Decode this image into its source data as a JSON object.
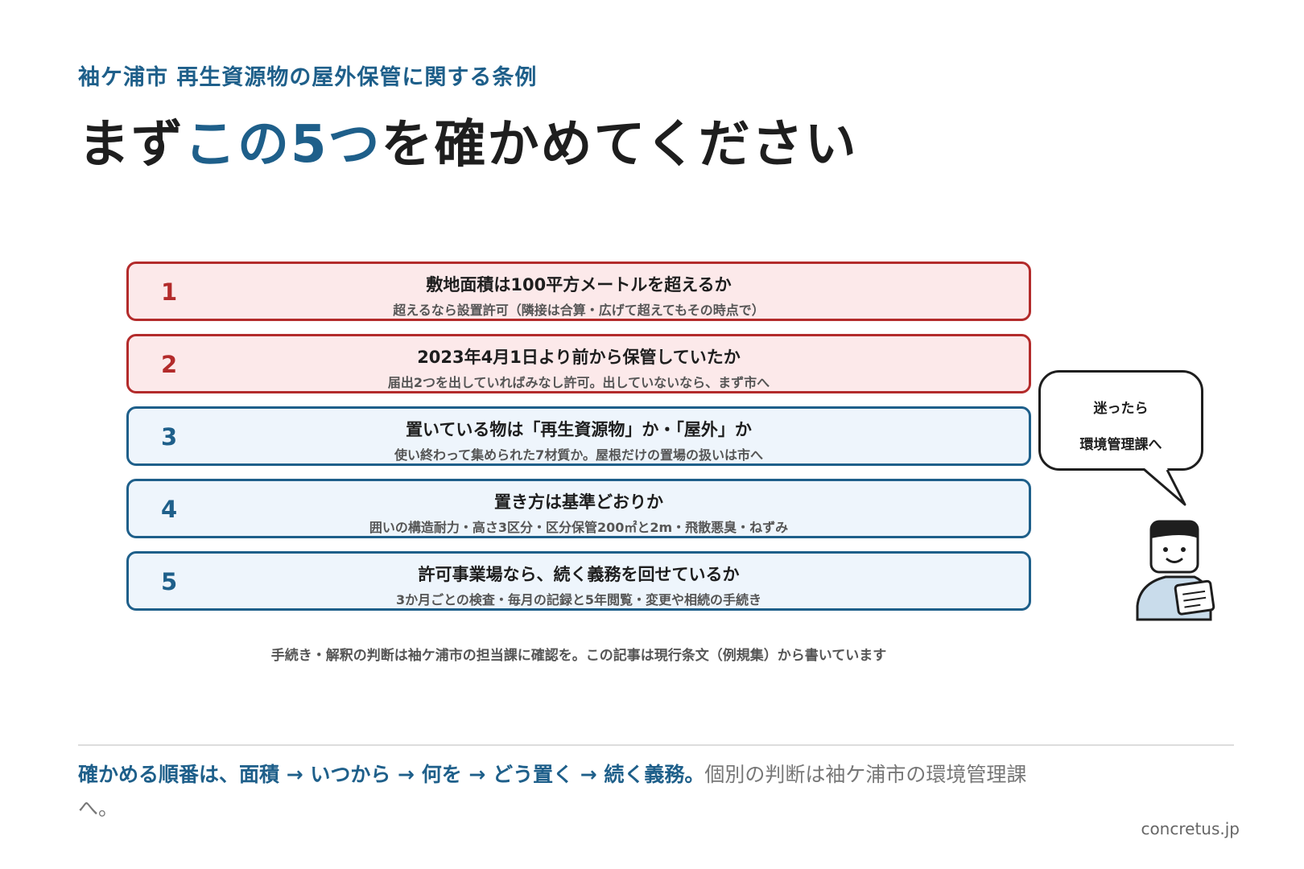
{
  "header": {
    "subtitle": "袖ケ浦市 再生資源物の屋外保管に関する条例",
    "title_pre": "まず",
    "title_highlight": "この5つ",
    "title_post": "を確かめてください"
  },
  "steps": [
    {
      "num": "1",
      "title": "敷地面積は100平方メートルを超えるか",
      "sub": "超えるなら設置許可（隣接は合算・広げて超えてもその時点で）"
    },
    {
      "num": "2",
      "title": "2023年4月1日より前から保管していたか",
      "sub": "届出2つを出していればみなし許可。出していないなら、まず市へ"
    },
    {
      "num": "3",
      "title": "置いている物は「再生資源物」か・「屋外」か",
      "sub": "使い終わって集められた7材質か。屋根だけの置場の扱いは市へ"
    },
    {
      "num": "4",
      "title": "置き方は基準どおりか",
      "sub": "囲いの構造耐力・高さ3区分・区分保管200㎡と2m・飛散悪臭・ねずみ"
    },
    {
      "num": "5",
      "title": "許可事業場なら、続く義務を回せているか",
      "sub": "3か月ごとの検査・毎月の記録と5年閲覧・変更や相続の手続き"
    }
  ],
  "note": "手続き・解釈の判断は袖ケ浦市の担当課に確認を。この記事は現行条文（例規集）から書いています",
  "bubble": {
    "line1": "迷ったら",
    "line2": "環境管理課へ"
  },
  "summary": {
    "strong": "確かめる順番は、面積 → いつから → 何を → どう置く → 続く義務。",
    "rest": "個別の判断は袖ケ浦市の環境管理課へ。"
  },
  "site": "concretus.jp",
  "colors": {
    "accent": "#1e5f8a",
    "red": "#b32b2b",
    "red_bg": "#fce9ea",
    "blue_bg": "#eef5fc"
  }
}
